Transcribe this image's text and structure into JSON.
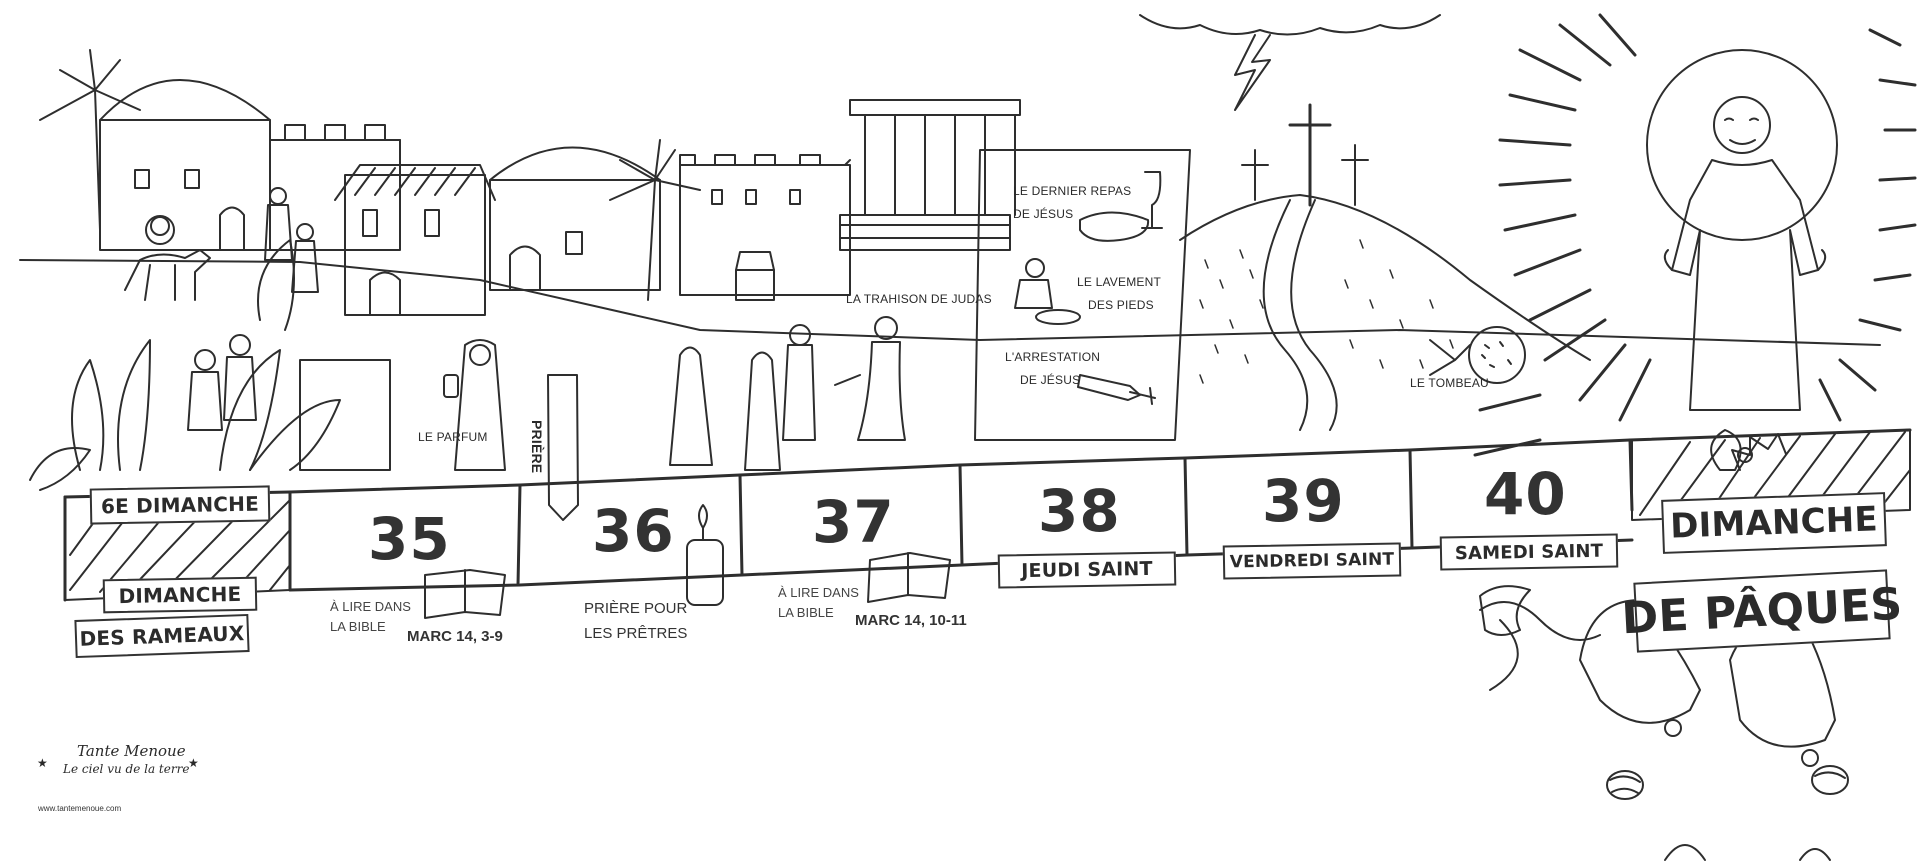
{
  "scene_labels": {
    "parfum": "LE PARFUM",
    "trahison": "LA TRAHISON DE JUDAS",
    "tombeau": "LE TOMBEAU",
    "priere_flag": "PRIÈRE"
  },
  "panel": {
    "dernier_repas_1": "LE DERNIER REPAS",
    "dernier_repas_2": "DE JÉSUS",
    "lavement_1": "LE LAVEMENT",
    "lavement_2": "DES PIEDS",
    "arrestation_1": "L'ARRESTATION",
    "arrestation_2": "DE JÉSUS"
  },
  "timeline": {
    "start_label": "6E DIMANCHE",
    "start_sub_1": "DIMANCHE",
    "start_sub_2": "DES RAMEAUX",
    "days": [
      {
        "number": "35",
        "read_1": "À LIRE DANS",
        "read_2": "LA BIBLE",
        "ref": "MARC 14, 3-9"
      },
      {
        "number": "36",
        "note_1": "PRIÈRE POUR",
        "note_2": "LES PRÊTRES"
      },
      {
        "number": "37",
        "read_1": "À LIRE DANS",
        "read_2": "LA BIBLE",
        "ref": "MARC 14, 10-11"
      },
      {
        "number": "38",
        "label": "JEUDI SAINT"
      },
      {
        "number": "39",
        "label": "VENDREDI SAINT"
      },
      {
        "number": "40",
        "label": "SAMEDI SAINT"
      }
    ],
    "end_label_1": "DIMANCHE",
    "end_label_2": "DE PÂQUES"
  },
  "logo": {
    "name": "Tante Menoue",
    "tagline": "Le ciel vu de la terre",
    "url": "www.tantemenoue.com"
  }
}
